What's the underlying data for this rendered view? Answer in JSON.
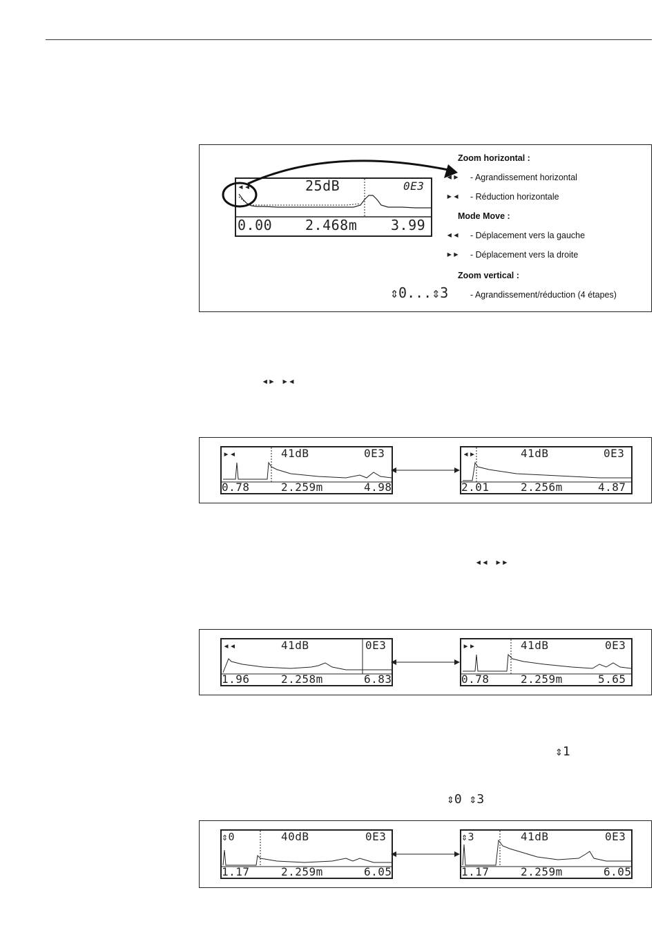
{
  "top_box": {
    "lcd": {
      "icon": "◂◂",
      "db": "25dB",
      "exp": "0E3",
      "left": "0.00",
      "center": "2.468m",
      "right": "3.99"
    },
    "legend": {
      "zoom_h_title": "Zoom horizontal :",
      "zoom_in_label": "- Agrandissement horizontal",
      "zoom_out_label": "- Réduction horizontale",
      "move_title": "Mode Move :",
      "move_left_label": "- Déplacement vers la gauche",
      "move_right_label": "- Déplacement vers la droite",
      "zoom_v_title": "Zoom vertical :",
      "zoom_v_symbol": "⇕0...⇕3",
      "zoom_v_label": "- Agrandissement/réduction (4 étapes)"
    }
  },
  "inline_symbols": {
    "line1": "◂▸  ▸◂",
    "line2": "◂◂  ▸▸",
    "line3": "⇕1",
    "line4": "⇕0  ⇕3"
  },
  "rows": [
    {
      "left": {
        "icon": "▸◂",
        "db": "41dB",
        "exp": "0E3",
        "l": "0.78",
        "c": "2.259m",
        "r": "4.98"
      },
      "right": {
        "icon": "◂▸",
        "db": "41dB",
        "exp": "0E3",
        "l": "2.01",
        "c": "2.256m",
        "r": "4.87"
      }
    },
    {
      "left": {
        "icon": "◂◂",
        "db": "41dB",
        "exp": "0E3",
        "l": "1.96",
        "c": "2.258m",
        "r": "6.83"
      },
      "right": {
        "icon": "▸▸",
        "db": "41dB",
        "exp": "0E3",
        "l": "0.78",
        "c": "2.259m",
        "r": "5.65"
      }
    },
    {
      "left": {
        "icon": "⇕0",
        "db": "40dB",
        "exp": "0E3",
        "l": "1.17",
        "c": "2.259m",
        "r": "6.05"
      },
      "right": {
        "icon": "⇕3",
        "db": "41dB",
        "exp": "0E3",
        "l": "1.17",
        "c": "2.259m",
        "r": "6.05"
      }
    }
  ]
}
